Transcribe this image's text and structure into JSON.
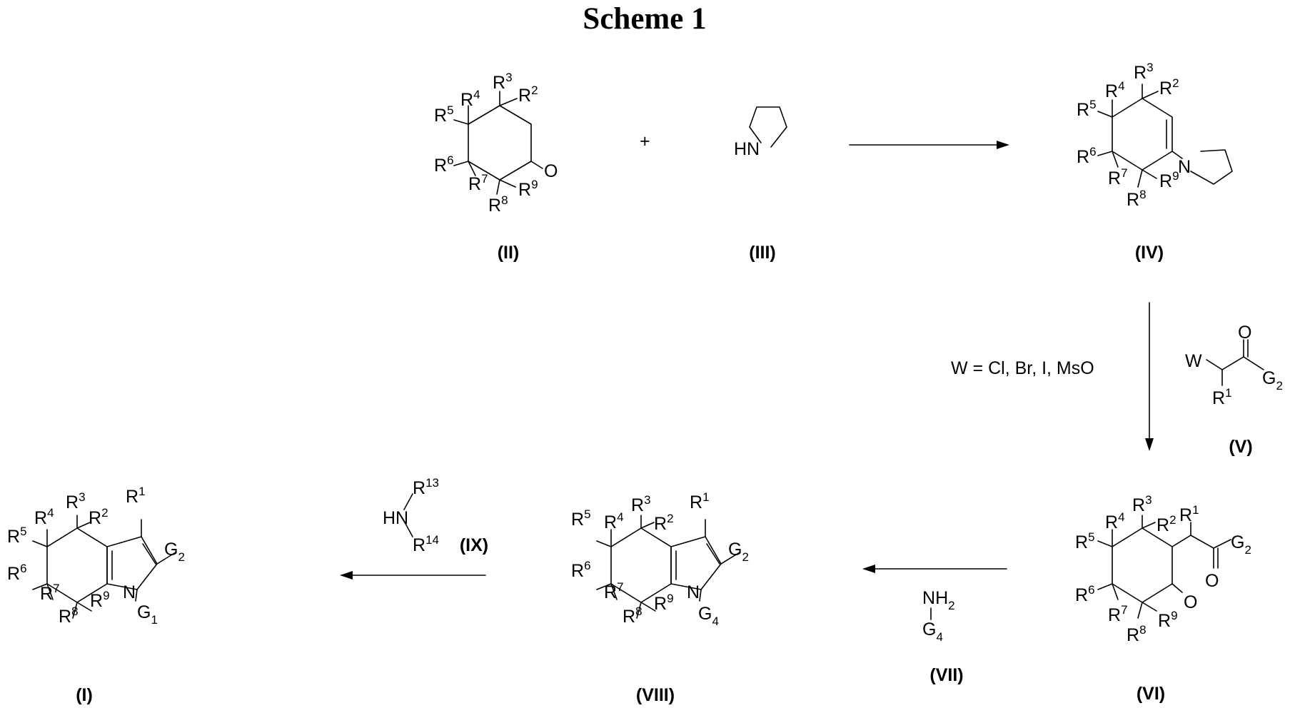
{
  "title": "Scheme 1",
  "plus": "+",
  "compound_labels": {
    "II": "(II)",
    "III": "(III)",
    "IV": "(IV)",
    "V": "(V)",
    "VI": "(VI)",
    "VII": "(VII)",
    "VIII": "(VIII)",
    "IX": "(IX)",
    "I": "(I)"
  },
  "reaction_condition": "W = Cl, Br, I, MsO",
  "substituent_groups": {
    "R": "R",
    "G": "G",
    "N": "N",
    "HN": "HN",
    "O": "O",
    "W": "W",
    "H": "H"
  },
  "superscripts": [
    "1",
    "2",
    "3",
    "4",
    "5",
    "6",
    "7",
    "8",
    "9",
    "13",
    "14"
  ],
  "subscripts": [
    "1",
    "2",
    "4"
  ]
}
